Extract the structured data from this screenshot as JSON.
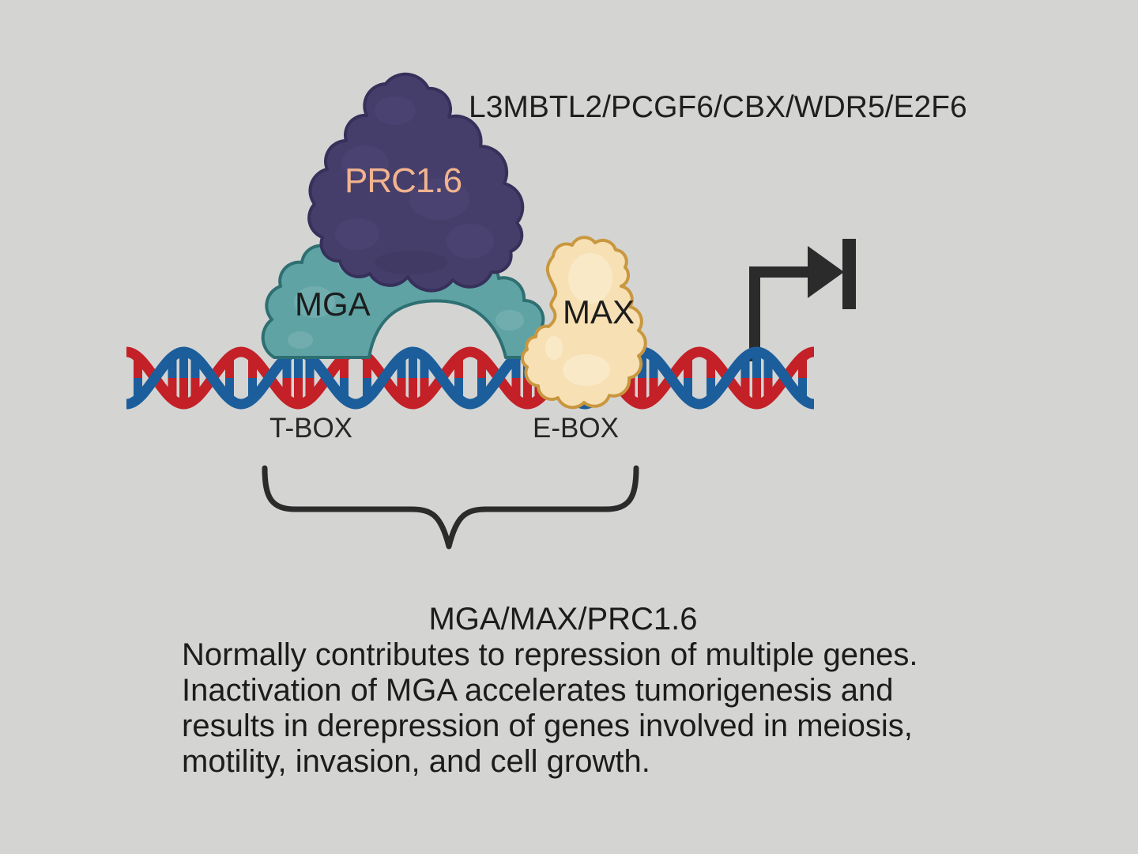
{
  "colors": {
    "background": "#d4d4d3",
    "ink": "#2b2b2b",
    "text": "#1f1f1f",
    "dna_red": "#c32127",
    "dna_blue": "#1b5e9b",
    "prc_fill": "#453e6a",
    "prc_outline": "#36305a",
    "prc_lump": "#4e4778",
    "prc_label": "#f2b48e",
    "mga_fill": "#5fa3a5",
    "mga_outline": "#2e6f72",
    "mga_lump": "#7fb7b8",
    "max_fill": "#f7e0b4",
    "max_outline": "#c9973f",
    "max_lump": "#fbeccd"
  },
  "diagram": {
    "complex_subunits": "L3MBTL2/PCGF6/CBX/WDR5/E2F6",
    "prc_label": "PRC1.6",
    "mga_label": "MGA",
    "max_label": "MAX",
    "tbox_label": "T-BOX",
    "ebox_label": "E-BOX"
  },
  "caption": {
    "complex_title": "MGA/MAX/PRC1.6",
    "lines": [
      "Normally contributes to repression of multiple genes.",
      "Inactivation of MGA accelerates tumorigenesis and",
      "results in derepression of genes involved in meiosis,",
      "motility, invasion, and cell growth."
    ]
  }
}
